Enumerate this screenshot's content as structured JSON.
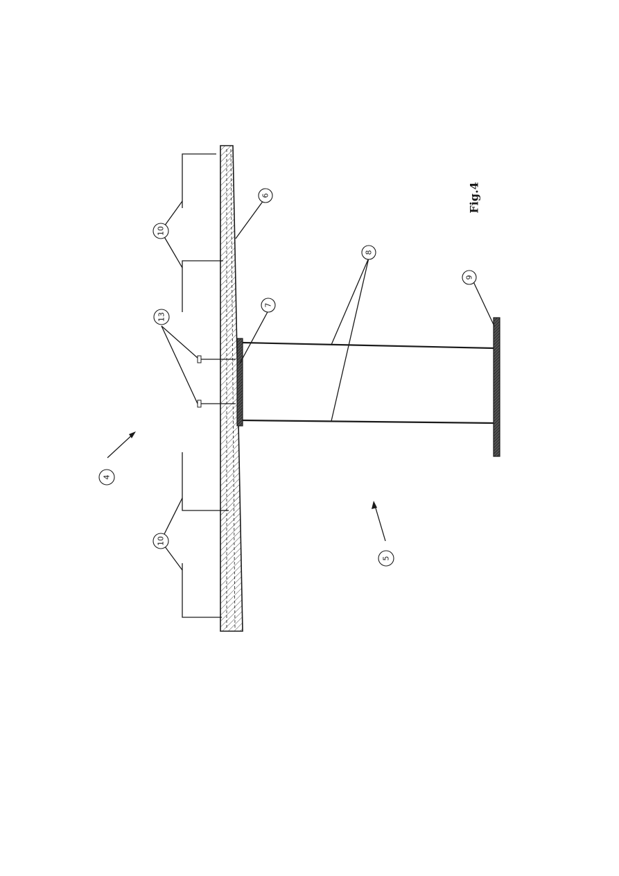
{
  "figure": {
    "label": "Fig.4",
    "colors": {
      "ink": "#1a1a1a",
      "paper": "#ffffff"
    }
  },
  "callouts": {
    "c4": "4",
    "c5": "5",
    "c6": "6",
    "c7": "7",
    "c8": "8",
    "c9": "9",
    "c10_top": "10",
    "c10_bottom": "10",
    "c13": "13"
  }
}
